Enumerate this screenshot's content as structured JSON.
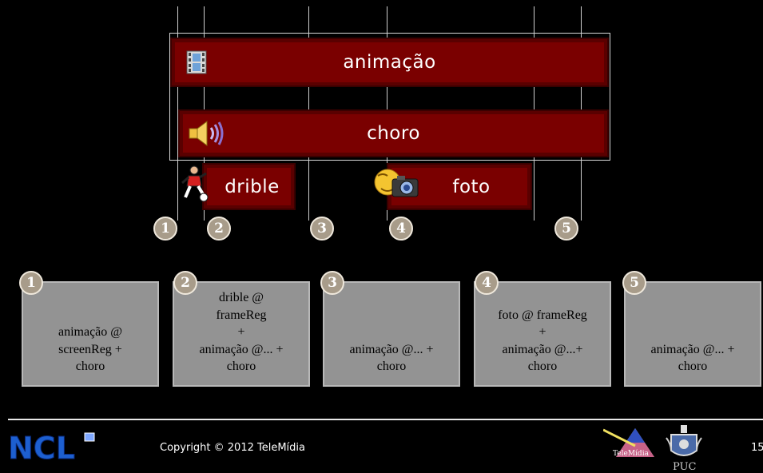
{
  "bars": {
    "animacao": "animação",
    "choro": "choro",
    "drible": "drible",
    "foto": "foto"
  },
  "markers": [
    "1",
    "2",
    "3",
    "4",
    "5"
  ],
  "cards": [
    {
      "marker": "1",
      "lines": [
        "animação  @",
        "screenReg  +",
        "choro"
      ]
    },
    {
      "marker": "2",
      "lines": [
        "drible  @",
        "frameReg",
        "+",
        "animação  @... +",
        "choro"
      ]
    },
    {
      "marker": "3",
      "lines": [
        "animação  @... +",
        "choro"
      ]
    },
    {
      "marker": "4",
      "lines": [
        "foto  @  frameReg",
        "+",
        "animação  @...+",
        "choro"
      ]
    },
    {
      "marker": "5",
      "lines": [
        "animação  @... +",
        "choro"
      ]
    }
  ],
  "footer": {
    "logo": "NCL",
    "copyright": "Copyright © 2012 TeleMídia",
    "telemidia_logo_text": "TeleMídia",
    "puc_logo_text": "PUC",
    "page_number": "15"
  },
  "colors": {
    "background": "#000000",
    "bar_fill": "#7a0000",
    "card_fill": "#939393",
    "marker_fill": "#a89c8a",
    "ncl_blue": "#1d5fd0"
  },
  "icons": [
    "film-icon",
    "speaker-icon",
    "soccer-player-icon",
    "camera-smiley-icon"
  ]
}
